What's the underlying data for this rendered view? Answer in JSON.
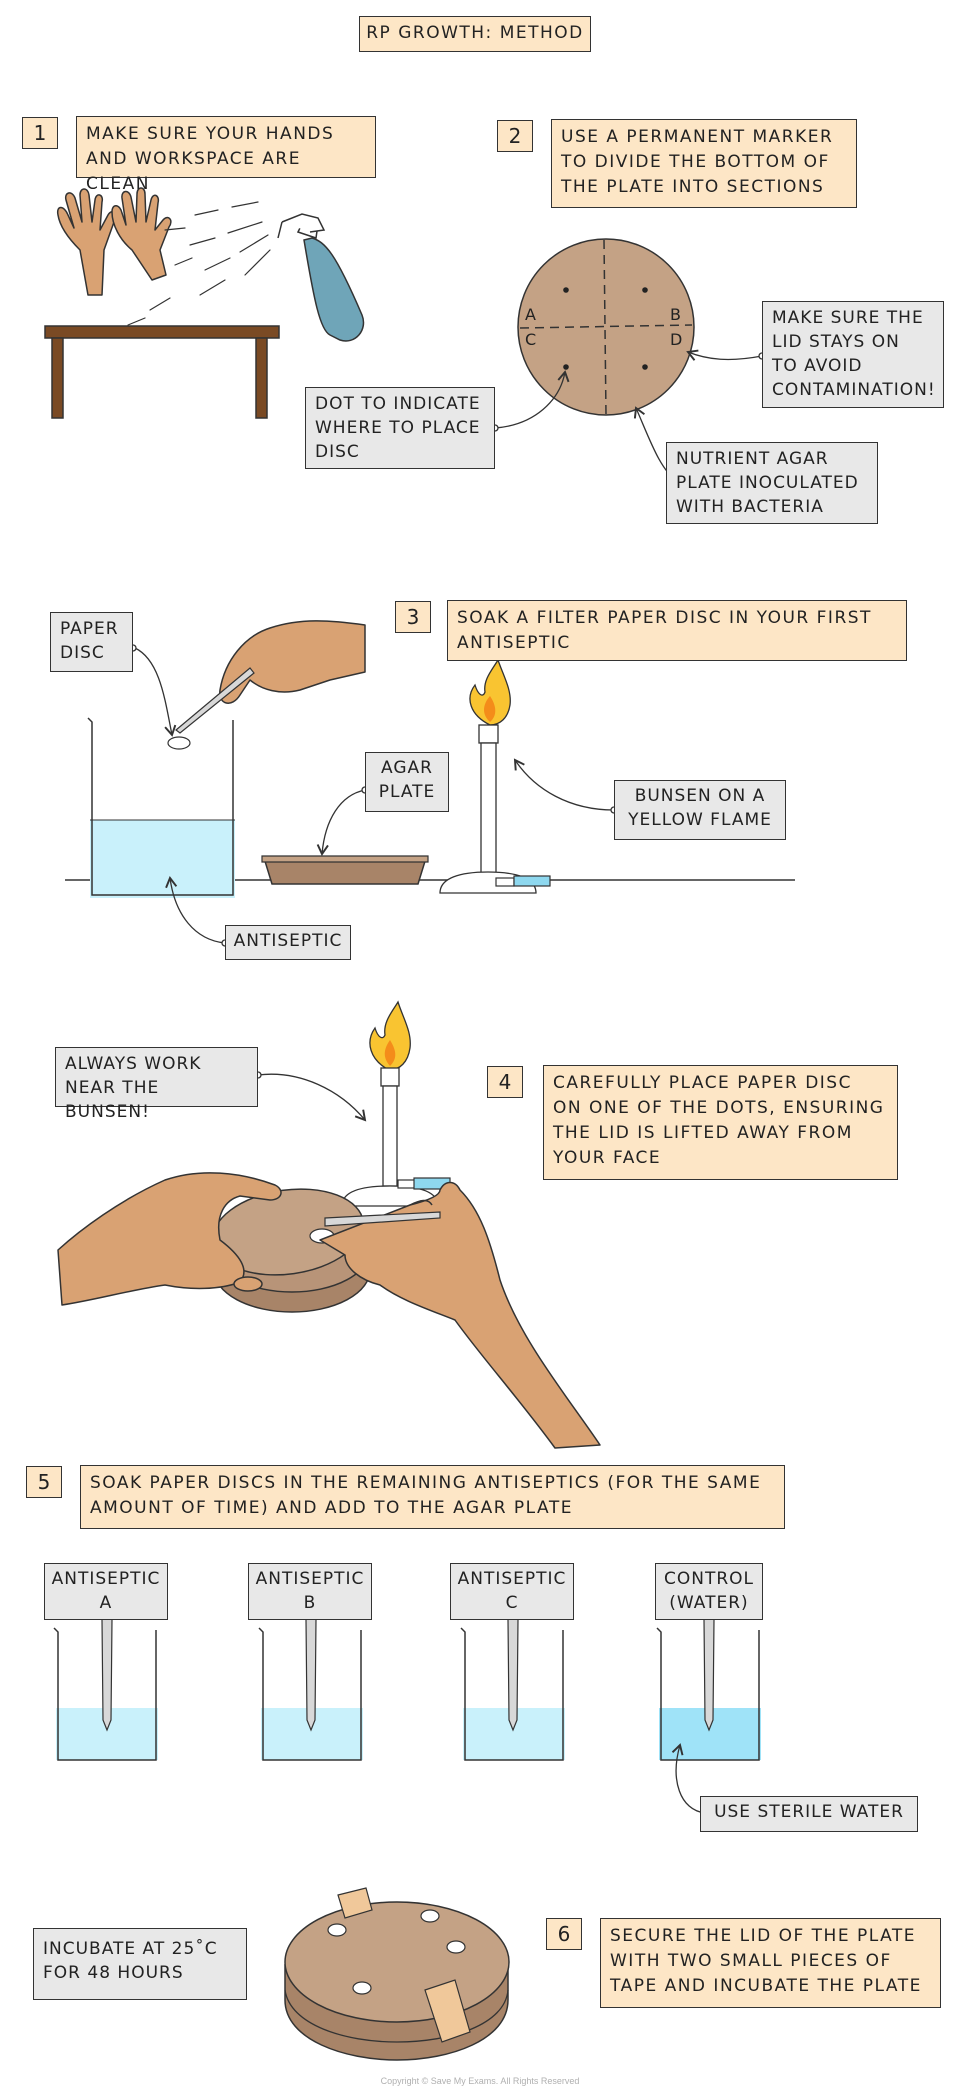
{
  "title": "RP  GROWTH: METHOD",
  "steps": [
    {
      "number": "1",
      "text": "MAKE SURE YOUR HANDS\nAND WORKSPACE ARE CLEAN"
    },
    {
      "number": "2",
      "text": "USE A PERMANENT MARKER\nTO DIVIDE THE BOTTOM OF\nTHE PLATE INTO SECTIONS"
    },
    {
      "number": "3",
      "text": "SOAK A FILTER PAPER DISC IN YOUR FIRST\nANTISEPTIC"
    },
    {
      "number": "4",
      "text": "CAREFULLY PLACE PAPER DISC\nON ONE OF THE DOTS, ENSURING\nTHE LID IS LIFTED AWAY FROM\nYOUR FACE"
    },
    {
      "number": "5",
      "text": "SOAK PAPER DISCS IN THE REMAINING ANTISEPTICS (FOR THE SAME\nAMOUNT OF TIME) AND ADD TO THE AGAR PLATE"
    },
    {
      "number": "6",
      "text": "SECURE THE LID OF THE PLATE\nWITH TWO SMALL PIECES OF\nTAPE AND INCUBATE THE PLATE"
    }
  ],
  "labels": {
    "dot": "DOT TO INDICATE\nWHERE TO PLACE\nDISC",
    "lid": "MAKE SURE THE\nLID STAYS ON\nTO AVOID\nCONTAMINATION!",
    "agar_plate_inoculated": "NUTRIENT AGAR\nPLATE INOCULATED\nWITH BACTERIA",
    "paper_disc": "PAPER\nDISC",
    "agar_plate": "AGAR\nPLATE",
    "bunsen": "BUNSEN ON A\nYELLOW FLAME",
    "antiseptic": "ANTISEPTIC",
    "near_bunsen": "ALWAYS WORK\nNEAR THE BUNSEN!",
    "sterile_water": "USE STERILE WATER",
    "incubate": "INCUBATE AT 25˚C\nFOR 48 HOURS"
  },
  "plate_sections": [
    "A",
    "B",
    "C",
    "D"
  ],
  "beakers": [
    {
      "label": "ANTISEPTIC\nA"
    },
    {
      "label": "ANTISEPTIC\nB"
    },
    {
      "label": "ANTISEPTIC\nC"
    },
    {
      "label": "CONTROL\n(WATER)"
    }
  ],
  "copyright": "Copyright © Save My Exams. All Rights Reserved",
  "colors": {
    "peach": "#fde6c6",
    "grey_label": "#e8e8e8",
    "skin": "#d9a273",
    "agar": "#c4a285",
    "liquid": "#c9f1fb",
    "water": "#9fe3f8",
    "flame": "#f9c431",
    "table": "#7a4a24"
  }
}
